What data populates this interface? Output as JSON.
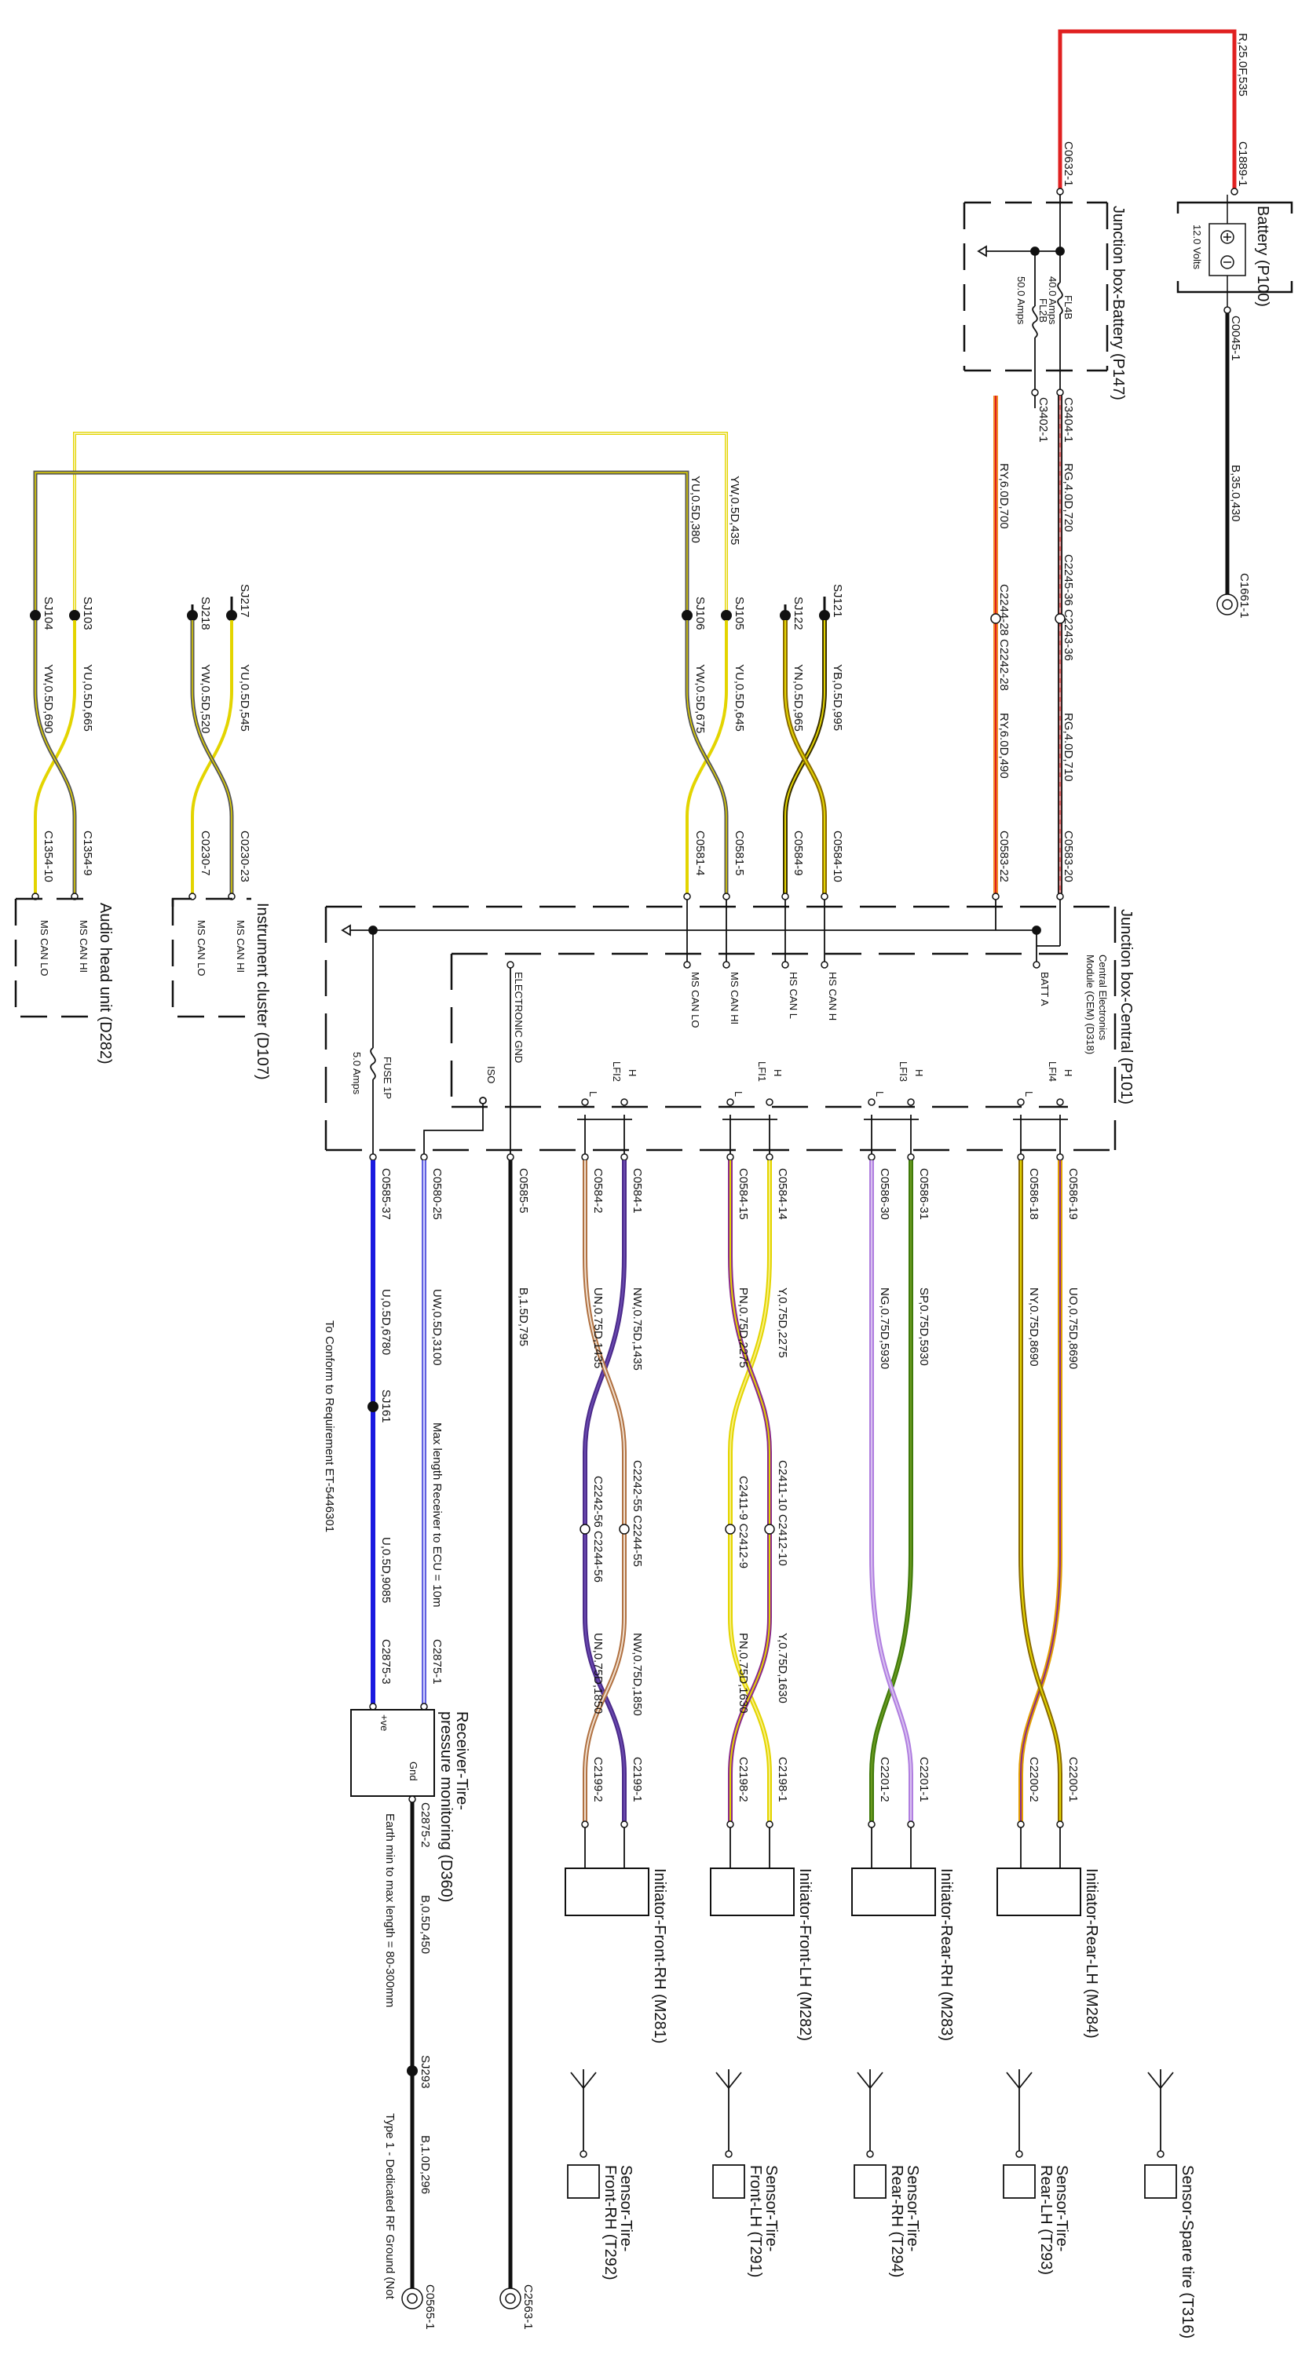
{
  "colors": {
    "red": "#e02020",
    "black": "#111111",
    "orange": "#f08a24",
    "yellow": "#e3d400",
    "pale_yellow": "#f4ec80",
    "grey": "#555555",
    "brown": "#8a6a00",
    "green": "#3f7a0a",
    "purple": "#b07ee0",
    "dark_purple": "#4b2a8a",
    "magenta": "#8a2a8a",
    "tan": "#d4a070",
    "blue": "#1a1ae0",
    "light_blue": "#9090f0"
  },
  "battery": {
    "title": "Battery (P100)",
    "volts": "12.0 Volts",
    "conn_pos": "C1889-1",
    "wire_pos": "R,25.0F,535",
    "conn_neg": "C0045-1",
    "wire_neg": "B,35.0,430",
    "ground": "C1661-1"
  },
  "jbb": {
    "title": "Junction box-Battery (P147)",
    "conn_in": "C0632-1",
    "fuse_a": "FL4B",
    "fuse_a_amps": "40.0 Amps",
    "fuse_b": "FL2B",
    "fuse_b_amps": "50.0 Amps",
    "conn_a": "C3404-1",
    "conn_b": "C3402-1"
  },
  "feeds": {
    "rg_a": "RG,4.0D,720",
    "rg_splice": "C2245-36 C2243-36",
    "rg_b": "RG,4.0D,710",
    "rg_conn": "C0583-20",
    "ry_a": "RY,6.0D,700",
    "ry_splice": "C2244-28 C2242-28",
    "ry_b": "RY,6.0D,490",
    "ry_conn": "C0583-22"
  },
  "ms_can_top": {
    "w_yw": "YW,0.5D,435",
    "w_yu": "YU,0.5D,380"
  },
  "splices": {
    "sj121": "SJ121",
    "sj122": "SJ122",
    "sj105": "SJ105",
    "sj106": "SJ106",
    "sj217": "SJ217",
    "sj218": "SJ218",
    "sj103": "SJ103",
    "sj104": "SJ104"
  },
  "twists": {
    "hs_h": "YB,0.5D,995",
    "hs_l": "YN,0.5D,965",
    "hs_conn_h": "C0584-10",
    "hs_conn_l": "C0584-9",
    "ms_h": "YU,0.5D,645",
    "ms_l": "YW,0.5D,675",
    "ms_conn_h": "C0581-5",
    "ms_conn_l": "C0581-4",
    "ic_h": "YU,0.5D,545",
    "ic_l": "YW,0.5D,520",
    "ic_conn_h": "C0230-23",
    "ic_conn_l": "C0230-7",
    "ah_h": "YU,0.5D,665",
    "ah_l": "YW,0.5D,690",
    "ah_conn_h": "C1354-9",
    "ah_conn_l": "C1354-10"
  },
  "instrument_cluster": {
    "title": "Instrument cluster (D107)",
    "pin_h": "MS CAN HI",
    "pin_l": "MS CAN LO"
  },
  "audio_head": {
    "title": "Audio head unit (D282)",
    "pin_h": "MS CAN HI",
    "pin_l": "MS CAN LO"
  },
  "jbc": {
    "title": "Junction box-Central (P101)",
    "subtitle1": "Central Electronics",
    "subtitle2": "Module (CEM) (D318)",
    "pin_batt": "BATT A",
    "pin_hs_h": "HS CAN H",
    "pin_hs_l": "HS CAN L",
    "pin_ms_h": "MS CAN HI",
    "pin_ms_l": "MS CAN LO",
    "pin_gnd": "ELECTRONIC GND",
    "lf4": "LFI4",
    "lf3": "LFI3",
    "lf1": "LFI1",
    "lf2": "LFI2",
    "h": "H",
    "l": "L",
    "iso": "ISO",
    "fuse": "FUSE 1P",
    "fuse_amps": "5.0 Amps"
  },
  "initiators": {
    "rlh": {
      "c_a": "C0586-19",
      "c_b": "C0586-18",
      "w_a": "UO,0.75D,8690",
      "w_b": "NY,0.75D,8690",
      "d_a": "C2200-1",
      "d_b": "C2200-2",
      "title": "Initiator-Rear-LH (M284)"
    },
    "rrh": {
      "c_a": "C0586-31",
      "c_b": "C0586-30",
      "w_a": "SP,0.75D,5930",
      "w_b": "NG,0.75D,5930",
      "d_a": "C2201-1",
      "d_b": "C2201-2",
      "title": "Initiator-Rear-RH (M283)"
    },
    "flh": {
      "c_a": "C0584-14",
      "c_b": "C0584-15",
      "w_a": "Y,0.75D,2275",
      "w_b": "PN,0.75D,2275",
      "s_a": "C2411-10 C2412-10",
      "s_b": "C2411-9 C2412-9",
      "w2_a": "Y,0.75D,1630",
      "w2_b": "PN,0.75D,1630",
      "d_a": "C2198-1",
      "d_b": "C2198-2",
      "title": "Initiator-Front-LH (M282)"
    },
    "frh": {
      "c_a": "C0584-1",
      "c_b": "C0584-2",
      "w_a": "NW,0.75D,1435",
      "w_b": "UN,0.75D,1435",
      "s_a": "C2242-55 C2244-55",
      "s_b": "C2242-56 C2244-56",
      "w2_a": "NW,0.75D,1850",
      "w2_b": "UN,0.75D,1850",
      "d_a": "C2199-1",
      "d_b": "C2199-2",
      "title": "Initiator-Front-RH (M281)"
    }
  },
  "tpms": {
    "c_a": "C0580-25",
    "c_b": "C0585-37",
    "w_a": "UW,0.5D,3100",
    "w_b": "U,0.5D,6780",
    "note_max": "Max length Receiver to ECU = 10m",
    "sj161": "SJ161",
    "w_b2": "U,0.5D,9085",
    "d_a": "C2875-1",
    "d_b": "C2875-3",
    "note_conform": "To Conform to Requirement ET-5446301",
    "title1": "Receiver-Tire-",
    "title2": "pressure monitoring (D360)",
    "pin_gnd": "Gnd",
    "pin_ve": "+ve",
    "d_gnd": "C2875-2",
    "w_gnd": "B,0.5D,450",
    "note_earth": "Earth min to max length = 80-300mm",
    "sj293": "SJ293",
    "w_gnd2": "B,1.0D,296",
    "gnd_conn": "C0565-1",
    "note_type": "Type 1 - Dedicated RF Ground (Not"
  },
  "elec_gnd": {
    "conn": "C0585-5",
    "wire": "B,1.5D,795",
    "ground": "C2563-1"
  },
  "sensors": {
    "spare": "Sensor-Spare tire (T316)",
    "rlh1": "Sensor-Tire-",
    "rlh2": "Rear-LH (T293)",
    "rrh1": "Sensor-Tire-",
    "rrh2": "Rear-RH (T294)",
    "flh1": "Sensor-Tire-",
    "flh2": "Front-LH (T291)",
    "frh1": "Sensor-Tire-",
    "frh2": "Front-RH (T292)"
  }
}
